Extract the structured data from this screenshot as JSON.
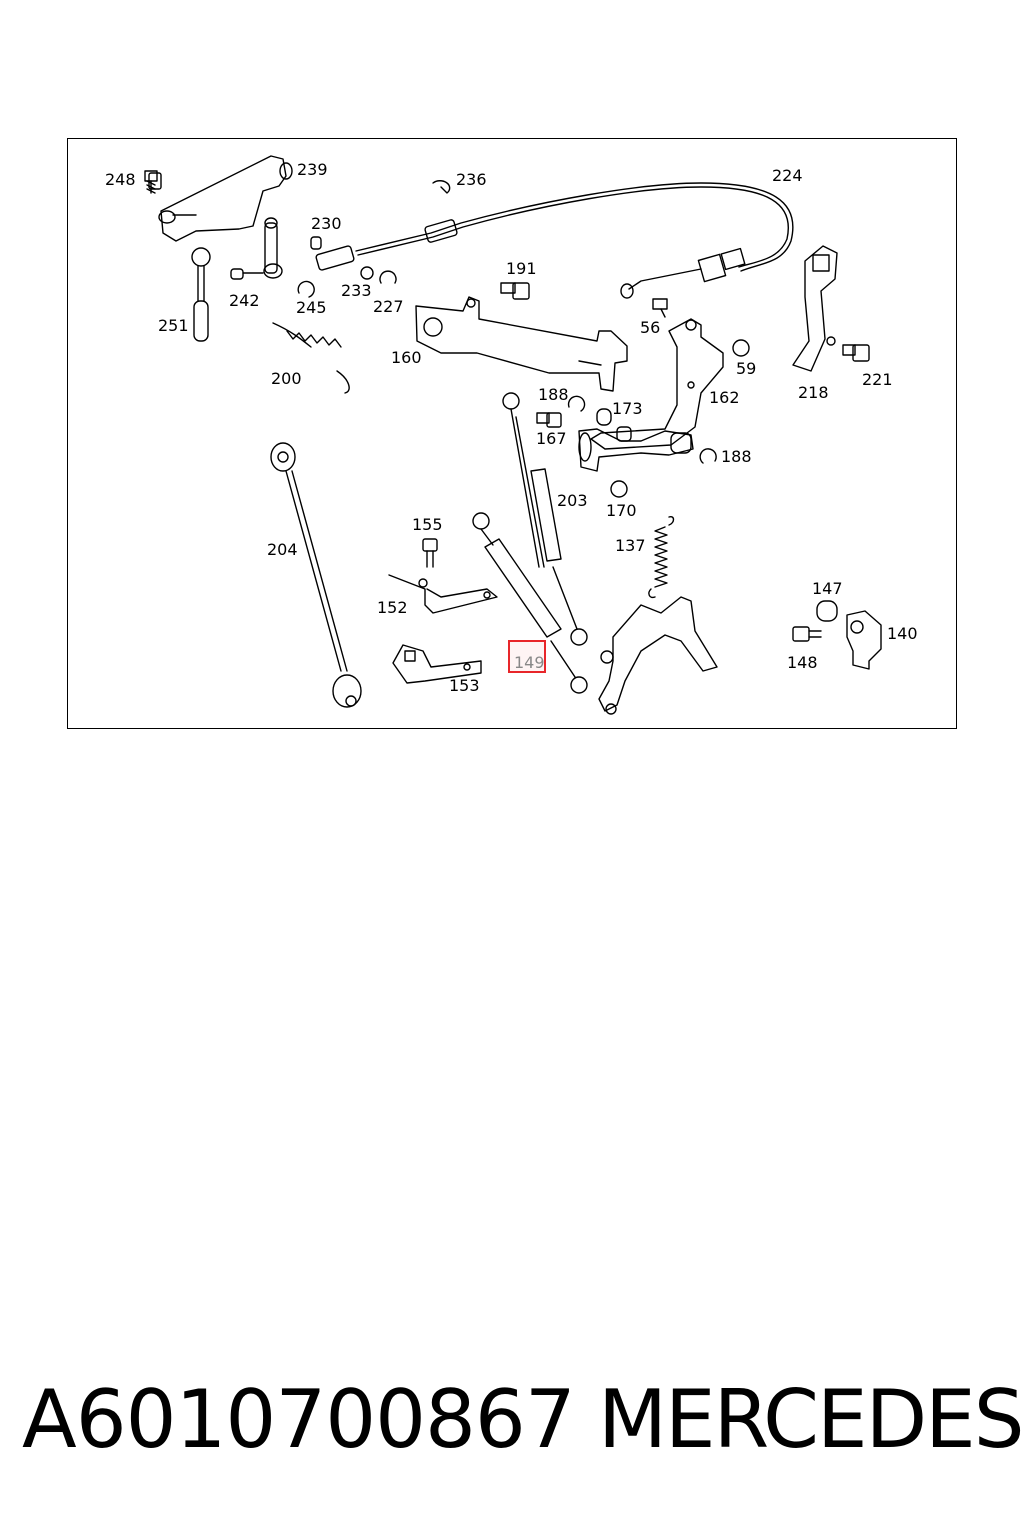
{
  "diagram": {
    "callouts": {
      "c248": "248",
      "c239": "239",
      "c236": "236",
      "c224": "224",
      "c230": "230",
      "c191": "191",
      "c242": "242",
      "c245": "245",
      "c233": "233",
      "c227": "227",
      "c251": "251",
      "c56": "56",
      "c160": "160",
      "c59": "59",
      "c218": "218",
      "c221": "221",
      "c200": "200",
      "c188a": "188",
      "c173": "173",
      "c162": "162",
      "c167": "167",
      "c188b": "188",
      "c203": "203",
      "c170": "170",
      "c204": "204",
      "c155": "155",
      "c137": "137",
      "c147": "147",
      "c152": "152",
      "c140": "140",
      "c148": "148",
      "c149": "149",
      "c153": "153"
    },
    "highlight_color": "#e8262a",
    "highlighted_callout": "149"
  },
  "footer": {
    "part_number": "A6010700867",
    "brand": "MERCEDES"
  }
}
